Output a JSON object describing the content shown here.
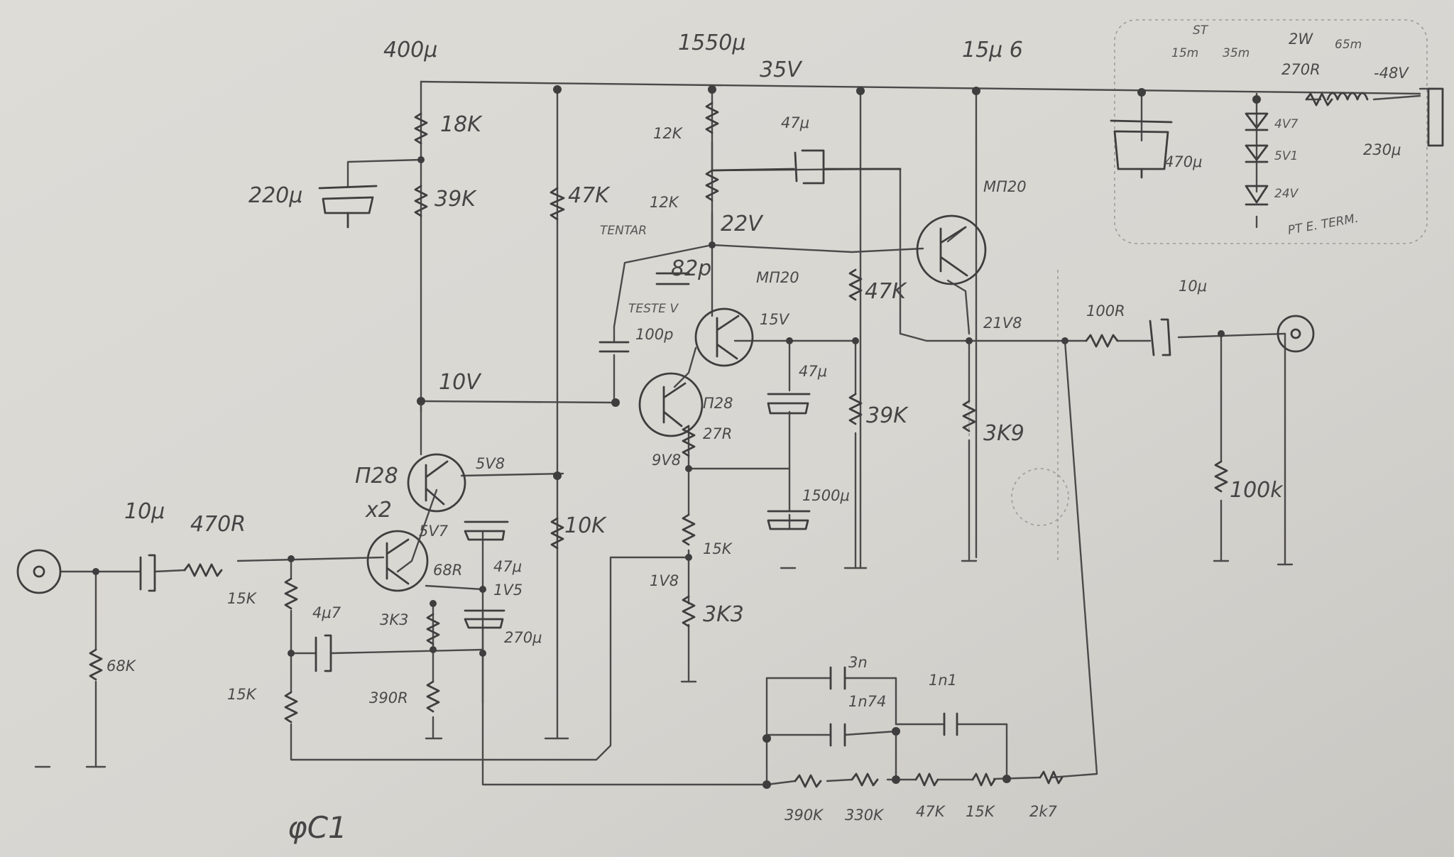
{
  "title": "φC1",
  "rail_caps": {
    "c400": "400μ",
    "c1550": "1550μ",
    "c15": "15μ 6"
  },
  "rail_voltage": "35V",
  "psu": {
    "r_2w": "2W",
    "r_270": "270R",
    "in_neg48": "-48V",
    "l_230": "230μ",
    "c_470": "470μ",
    "z_4v7": "4V7",
    "z_5v1": "5V1",
    "z_24v": "24V",
    "note_term": "PT E. TERM.",
    "note_st": "ST",
    "note_15m": "15m",
    "note_mid": "35m",
    "note_65": "65m"
  },
  "input": {
    "c_in": "10μ",
    "r_in": "470R",
    "r_68k": "68K",
    "r_15k_a": "15K",
    "r_15k_b": "15K",
    "c_4u7": "4μ7"
  },
  "stage1": {
    "q1": "П28",
    "q1_mult": "x2",
    "r_3k3": "3K3",
    "r_68r": "68R",
    "r_390r": "390R",
    "c_47u": "47μ",
    "c_270u": "270μ",
    "v_5v7": "5V7",
    "v_5v8": "5V8",
    "v_1v5": "1V5",
    "r_18k": "18K",
    "r_39k": "39K",
    "c_220u": "220μ",
    "r_47k": "47K",
    "r_10k": "10K",
    "v_10v": "10V"
  },
  "stage2": {
    "r_12k_a": "12K",
    "r_12k_b": "12K",
    "c_47u_top": "47μ",
    "note_tentar": "TENTAR",
    "c_82p": "82p",
    "v_22v": "22V",
    "q_mp20": "МП20",
    "note_teste": "TESTE V",
    "c_100p": "100p",
    "v_15v": "15V",
    "q_p28": "П28",
    "r_27r": "27R",
    "v_9v8": "9V8",
    "c_47u_mid": "47μ",
    "c_1500u": "1500μ",
    "r_15k": "15K",
    "v_1v8": "1V8",
    "r_3k3": "3K3",
    "r_47k": "47K",
    "r_39k": "39K"
  },
  "output": {
    "q_mp20": "МП20",
    "v_21v8": "21V8",
    "r_3k9": "3K9",
    "r_100r": "100R",
    "c_10u": "10μ",
    "r_100k": "100k"
  },
  "feedback": {
    "c_3n": "3n",
    "c_1n74": "1n74",
    "c_1n1": "1n1",
    "r_390k": "390K",
    "r_330k": "330K",
    "r_47k": "47K",
    "r_15k": "15K",
    "r_2k7": "2k7"
  },
  "colors": {
    "paper": "#d9d7d2",
    "pencil": "#444444"
  }
}
